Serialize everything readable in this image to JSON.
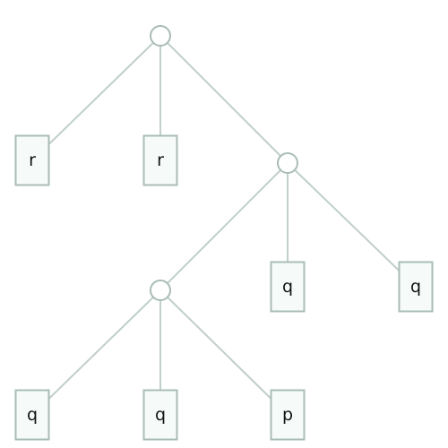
{
  "tree": {
    "colors": {
      "edge": "#c0cfca",
      "node_stroke": "#a9bcb6",
      "leaf_fill": "#f6fbfa",
      "branch_fill": "#ffffff",
      "label": "#111111"
    },
    "nodes": [
      {
        "id": "n0",
        "kind": "branch",
        "parent": null
      },
      {
        "id": "n1",
        "kind": "leaf",
        "parent": "n0",
        "label": "r"
      },
      {
        "id": "n2",
        "kind": "leaf",
        "parent": "n0",
        "label": "r"
      },
      {
        "id": "n3",
        "kind": "branch",
        "parent": "n0"
      },
      {
        "id": "n4",
        "kind": "branch",
        "parent": "n3"
      },
      {
        "id": "n5",
        "kind": "leaf",
        "parent": "n3",
        "label": "q"
      },
      {
        "id": "n6",
        "kind": "leaf",
        "parent": "n3",
        "label": "q"
      },
      {
        "id": "n7",
        "kind": "leaf",
        "parent": "n4",
        "label": "q"
      },
      {
        "id": "n8",
        "kind": "leaf",
        "parent": "n4",
        "label": "q"
      },
      {
        "id": "n9",
        "kind": "leaf",
        "parent": "n4",
        "label": "p"
      }
    ]
  }
}
